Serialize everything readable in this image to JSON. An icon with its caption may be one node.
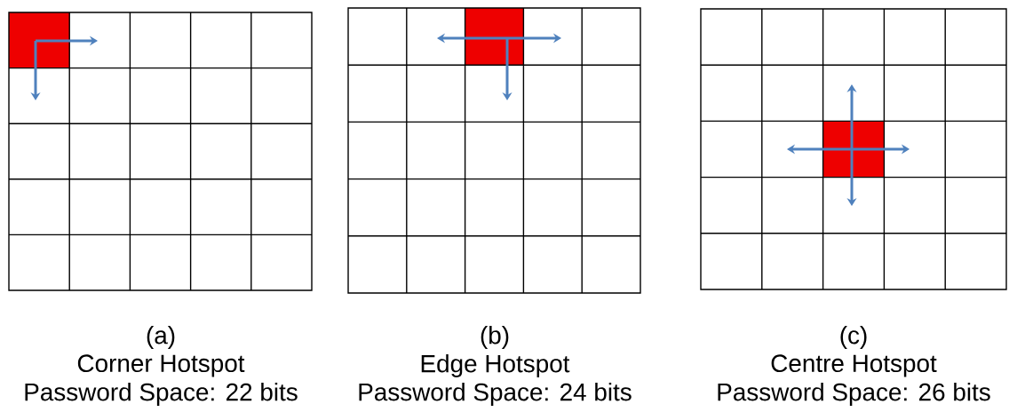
{
  "diagram": {
    "labels": [
      "(a)",
      "Corner Hotspot",
      "Password Space: 22 bits",
      "(b)",
      "Edge Hotspot",
      "Password Space: 24 bits",
      "(c)",
      "Centre Hotspot",
      "Password Space: 26 bits"
    ]
  }
}
